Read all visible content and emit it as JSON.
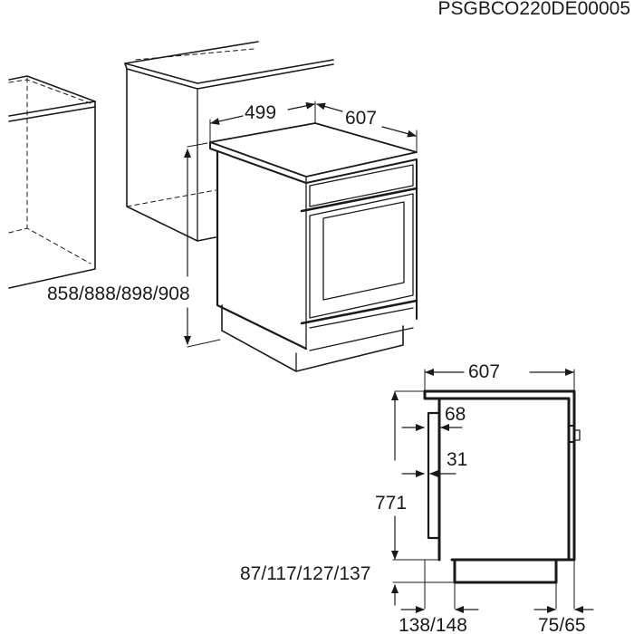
{
  "document_code": "PSGBCO220DE00005",
  "perspective_view": {
    "width_label": "499",
    "depth_label": "607",
    "height_label": "858/888/898/908"
  },
  "side_view": {
    "depth_label": "607",
    "door_offset_label": "68",
    "panel_offset_label": "31",
    "body_height_label": "771",
    "plinth_height_label": "87/117/127/137",
    "front_plinth_offset_label": "138/148",
    "rear_plinth_offset_label": "75/65"
  },
  "colors": {
    "line": "#1a1a1a",
    "background": "#ffffff"
  }
}
